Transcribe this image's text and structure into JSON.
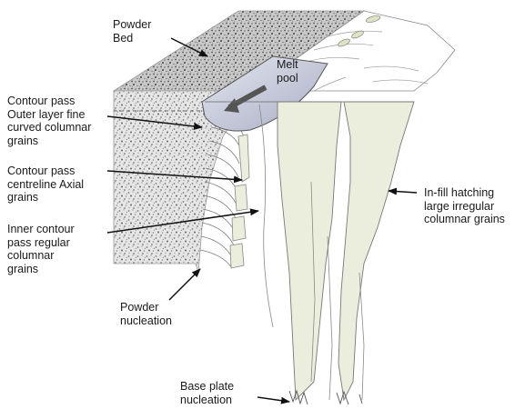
{
  "labels": {
    "powder_bed": "Powder\nBed",
    "melt_pool": "Melt\npool",
    "contour_outer": "Contour pass\nOuter layer fine\ncurved columnar\ngrains",
    "contour_centre": "Contour pass\ncentreline Axial\ngrains",
    "inner_contour": "Inner contour\npass regular\ncolumnar\ngrains",
    "powder_nucleation": "Powder\nnucleation",
    "infill": "In-fill hatching\nlarge irregular\ncolumnar grains",
    "base_plate": "Base plate\nnucleation"
  },
  "colors": {
    "grain_fill": "#eceedd",
    "melt_pool_fill": "#c9ccdc",
    "powder_fill": "#d9d9d9",
    "outline": "#777777",
    "arrow": "#111111"
  }
}
